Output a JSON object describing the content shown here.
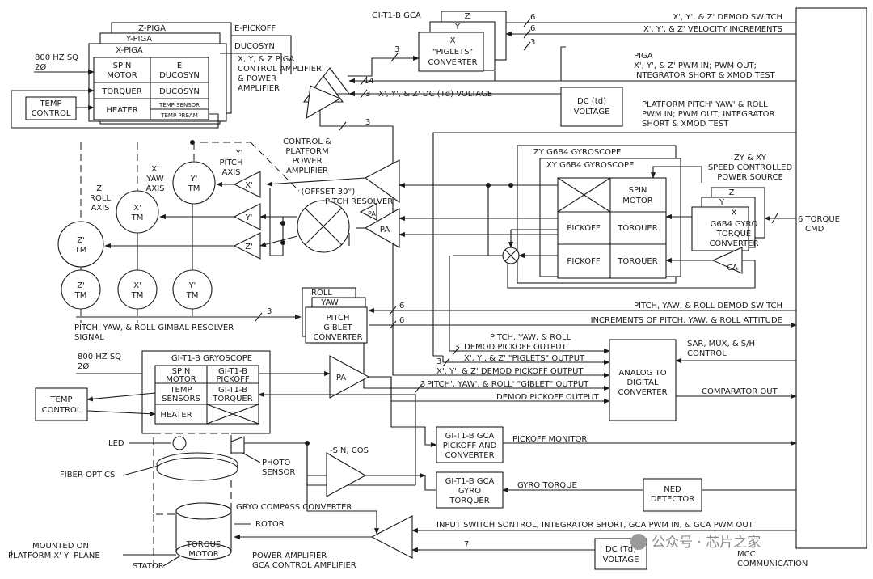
{
  "labels": {
    "piga_z": "Z-PIGA",
    "piga_y": "Y-PIGA",
    "piga_x": "X-PIGA",
    "hz800_a": "800 HZ SQ",
    "phi2_a": "2Ø",
    "spin_motor": "SPIN",
    "spin_motor_b": "MOTOR",
    "e_duco": "E",
    "e_duco_b": "DUCOSYN",
    "torquer": "TORQUER",
    "ducosyn": "DUCOSYN",
    "heater": "HEATER",
    "temp_sensor": "TEMP SENSOR",
    "temp_pream": "TEMP PREAM",
    "temp_control_a": "TEMP",
    "temp_control_a2": "CONTROL",
    "e_pickoff": "E-PICKOFF",
    "ducosyn_top": "DUCOSYN",
    "piga_amp_1": "X, Y, & Z PIGA",
    "piga_amp_2": "CONTROL AMPLIFIER",
    "piga_amp_3": "& POWER",
    "piga_amp_4": "AMPLIFIER",
    "gca_title": "GI-T1-B GCA",
    "pig_z": "Z",
    "pig_y": "Y",
    "pig_x": "X",
    "piglets_1": "\"PIGLETS\"",
    "piglets_2": "CONVERTER",
    "n3_a": "3",
    "n6_a": "6",
    "n6_b": "6",
    "n3_b": "3",
    "n14": "14",
    "n3_c": "3",
    "n3_d": "3",
    "sig_demod": "X', Y', & Z' DEMOD SWITCH",
    "sig_vel": "X', Y', & Z' VELOCITY INCREMENTS",
    "sig_piga_1": "PIGA",
    "sig_piga_2": "X', Y', & Z' PWM IN; PWM OUT;",
    "sig_piga_3": "INTEGRATOR SHORT & XMOD TEST",
    "sig_dc_voltage": "X', Y', & Z' DC (Td) VOLTAGE",
    "dc_td_1": "DC (td)",
    "dc_td_2": "VOLTAGE",
    "sig_platform_1": "PLATFORM PITCH' YAW' & ROLL",
    "sig_platform_2": "PWM IN; PWM OUT; INTEGRATOR",
    "sig_platform_3": "SHORT & XMOD TEST",
    "zy_gyro": "ZY G6B4 GYROSCOPE",
    "xy_gyro": "XY G6B4 GYROSCOPE",
    "gyro_spin_1": "SPIN",
    "gyro_spin_2": "MOTOR",
    "pickoff_1": "PICKOFF",
    "torquer_1": "TORQUER",
    "pickoff_2": "PICKOFF",
    "torquer_2": "TORQUER",
    "ps_1": "ZY & XY",
    "ps_2": "SPEED CONTROLLED",
    "ps_3": "POWER SOURCE",
    "conv_z": "Z",
    "conv_y": "Y",
    "conv_x": "X",
    "conv_1": "G6B4 GYRO",
    "conv_2": "TORQUE",
    "conv_3": "CONVERTER",
    "torque_cmd_1": "6 TORQUE",
    "torque_cmd_2": "CMD",
    "ca": "CA",
    "pa_1": "PA",
    "pa_2": "PA",
    "ctrl_1": "CONTROL &",
    "ctrl_2": "PLATFORM",
    "ctrl_3": "POWER",
    "ctrl_4": "AMPLIFIER",
    "resolver_1": "(OFFSET 30°)",
    "resolver_2": "PITCH RESOLVER",
    "pitch_axis_1": "Y'",
    "pitch_axis_2": "PITCH",
    "pitch_axis_3": "AXIS",
    "yaw_axis_1": "X'",
    "yaw_axis_2": "YAW",
    "yaw_axis_3": "AXIS",
    "roll_axis_1": "Z'",
    "roll_axis_2": "ROLL",
    "roll_axis_3": "AXIS",
    "tm_y_top": "Y'",
    "tm_x_top": "X'",
    "tm_z_top": "Z'",
    "tm_z_bot": "Z'",
    "tm_x_bot": "X'",
    "tm_y_bot": "Y'",
    "tm": "TM",
    "amp_x": "X'",
    "amp_y": "Y'",
    "amp_z": "Z'",
    "gimbal_1": "PITCH, YAW, & ROLL GIMBAL RESOLVER",
    "gimbal_2": "SIGNAL",
    "roll": "ROLL",
    "yaw": "YAW",
    "pitch_g_1": "PITCH",
    "pitch_g_2": "GIBLET",
    "pitch_g_3": "CONVERTER",
    "sig_pyr_demod": "PITCH, YAW, & ROLL DEMOD SWITCH",
    "sig_increments": "INCREMENTS OF PITCH, YAW, & ROLL ATTITUDE",
    "sig_pyr_pick_1": "PITCH, YAW, & ROLL",
    "sig_pyr_pick_2": "DEMOD PICKOFF OUTPUT",
    "sig_piglets_out": "X', Y', & Z' \"PIGLETS\" OUTPUT",
    "sig_xyz_demod": "X', Y', & Z' DEMOD PICKOFF OUTPUT",
    "sig_giblet_out": "PITCH', YAW', & ROLL' \"GIBLET\" OUTPUT",
    "sig_demod_pick": "DEMOD PICKOFF OUTPUT",
    "adc_1": "ANALOG TO",
    "adc_2": "DIGITAL",
    "adc_3": "CONVERTER",
    "sar_1": "SAR, MUX, & S/H",
    "sar_2": "CONTROL",
    "comparator": "COMPARATOR OUT",
    "hz800_b": "800 HZ SQ",
    "phi2_b": "2Ø",
    "gi_gyro": "GI-T1-B GRYOSCOPE",
    "gi_spin_1": "SPIN",
    "gi_spin_2": "MOTOR",
    "gi_pick_1": "GI-T1-B",
    "gi_pick_2": "PICKOFF",
    "gi_temp_1": "TEMP",
    "gi_temp_2": "SENSORS",
    "gi_torq_1": "GI-T1-B",
    "gi_torq_2": "TORQUER",
    "gi_heater": "HEATER",
    "temp_control_b": "TEMP",
    "temp_control_b2": "CONTROL",
    "pa_3": "PA",
    "led": "LED",
    "fiber": "FIBER OPTICS",
    "photo_1": "PHOTO",
    "photo_2": "SENSOR",
    "sin_cos": "-SIN, COS",
    "gca_pick_1": "GI-T1-B GCA",
    "gca_pick_2": "PICKOFF AND",
    "gca_pick_3": "CONVERTER",
    "pickoff_monitor": "PICKOFF MONITOR",
    "gca_torq_1": "GI-T1-B GCA",
    "gca_torq_2": "GYRO",
    "gca_torq_3": "TORQUER",
    "gyro_torque": "GYRO TORQUE",
    "ned_1": "NED",
    "ned_2": "DETECTOR",
    "compass_conv": "GRYO COMPASS CONVERTER",
    "rotor": "ROTOR",
    "torque_motor_1": "TORQUE",
    "torque_motor_2": "MOTOR",
    "stator": "STATOR",
    "mounted_1": "MOUNTED ON",
    "mounted_2": "PLATFORM X' Y' PLANE",
    "input_switch": "INPUT SWITCH SONTROL, INTEGRATOR SHORT, GCA PWM IN, & GCA PWM OUT",
    "n7": "7",
    "dc_td_b_1": "DC (Td)",
    "dc_td_b_2": "VOLTAGE",
    "power_amp_1": "POWER AMPLIFIER",
    "power_amp_2": "GCA CONTROL AMPLIFIER",
    "mcc_1": "MCC",
    "mcc_2": "COMMUNICATION",
    "watermark": "公众号 · 芯片之家"
  }
}
